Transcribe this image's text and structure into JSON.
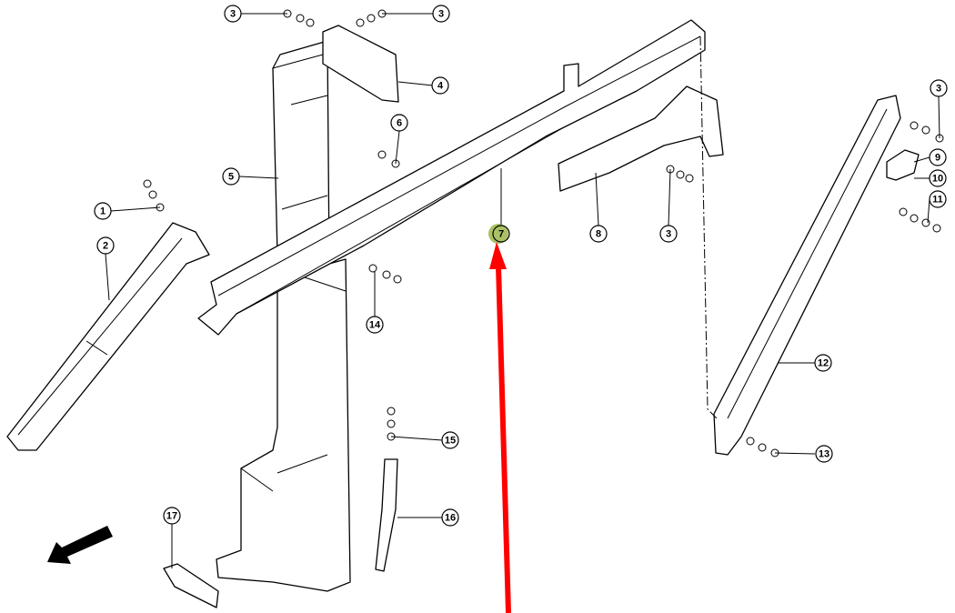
{
  "diagram": {
    "callouts": [
      "3",
      "3",
      "4",
      "6",
      "5",
      "1",
      "2",
      "7",
      "8",
      "3",
      "3",
      "9",
      "10",
      "11",
      "12",
      "13",
      "14",
      "15",
      "16",
      "17"
    ],
    "highlighted_callout": "7",
    "highlight_color": "#9bb54a",
    "arrow_color": "#ff0000"
  }
}
